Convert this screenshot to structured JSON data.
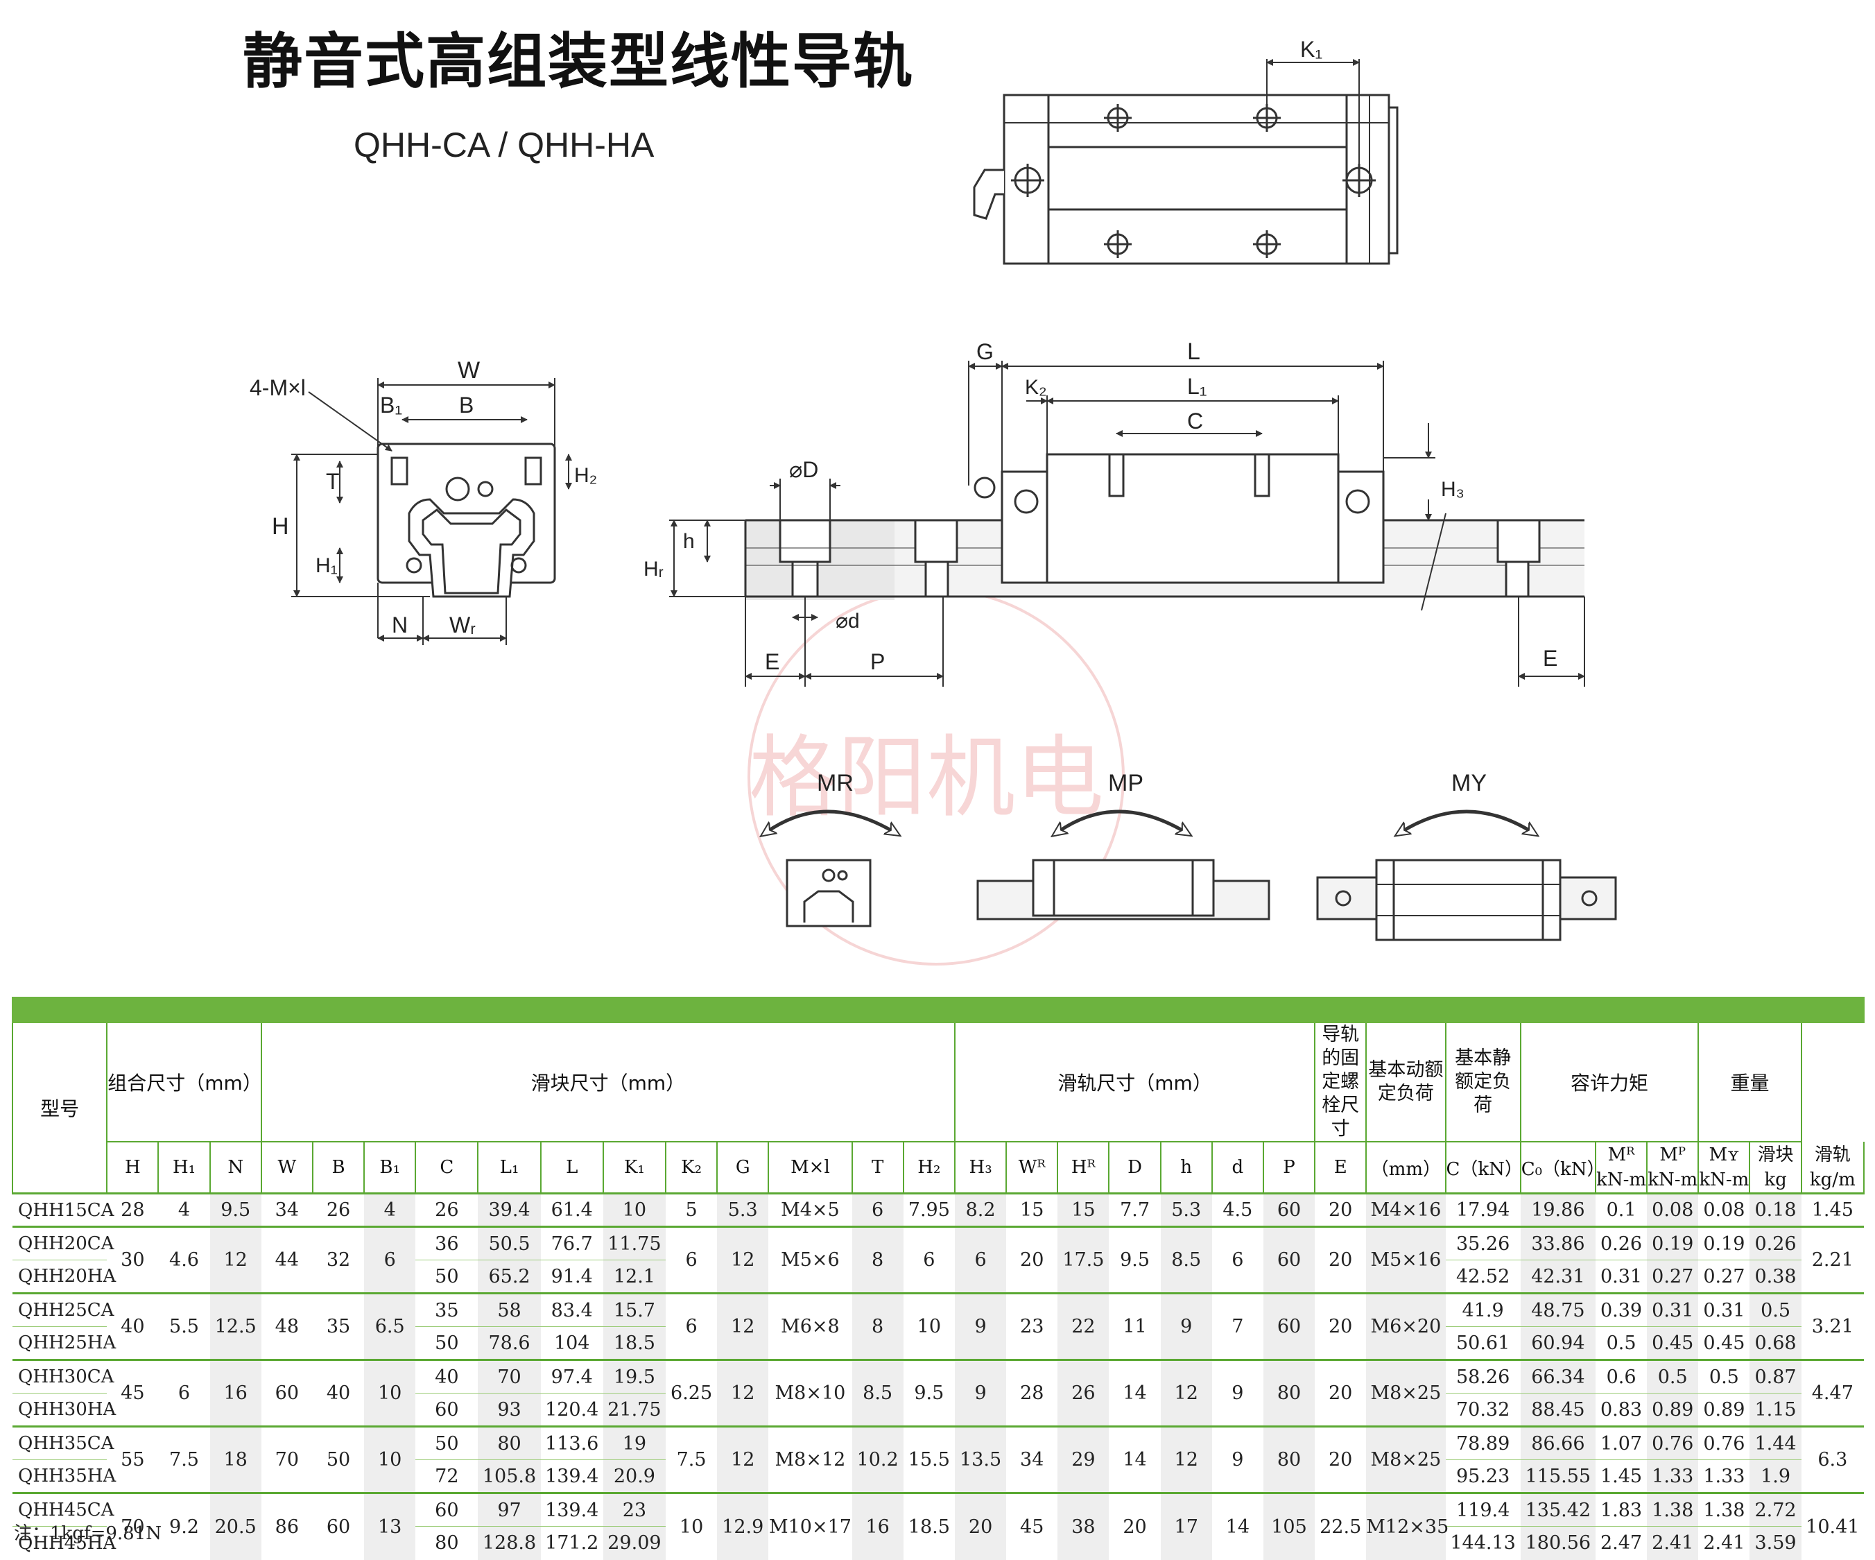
{
  "header": {
    "title": "静音式高组装型线性导轨",
    "subtitle": "QHH-CA / QHH-HA"
  },
  "drawing": {
    "labels": {
      "k1": "K₁",
      "w": "W",
      "b1": "B₁",
      "b": "B",
      "m": "4-M×l",
      "t": "T",
      "h2": "H₂",
      "h": "H",
      "h1": "H₁",
      "n": "N",
      "wr": "Wᵣ",
      "g": "G",
      "l": "L",
      "k2": "K₂",
      "l1": "L₁",
      "c": "C",
      "h3": "H₃",
      "dD": "⌀D",
      "hh": "h",
      "hr": "Hᵣ",
      "dd": "⌀d",
      "e": "E",
      "p": "P",
      "e2": "E",
      "mr": "MR",
      "mp": "MP",
      "my": "MY"
    },
    "watermark": "格阳机电"
  },
  "table": {
    "group_headers": {
      "model": "型号",
      "assembly": "组合尺寸（mm）",
      "block": "滑块尺寸（mm）",
      "rail": "滑轨尺寸（mm）",
      "bolt": "导轨的固定螺栓尺寸",
      "dynamic": "基本动额定负荷",
      "static": "基本静额定负荷",
      "moment": "容许力矩",
      "weight": "重量"
    },
    "sub_headers": {
      "H": "H",
      "H1": "H₁",
      "N": "N",
      "W": "W",
      "B": "B",
      "B1": "B₁",
      "C": "C",
      "L1": "L₁",
      "L": "L",
      "K1": "K₁",
      "K2": "K₂",
      "G": "G",
      "M": "M×l",
      "T": "T",
      "H2": "H₂",
      "H3": "H₃",
      "WR": "Wᴿ",
      "HR": "Hᴿ",
      "D": "D",
      "h": "h",
      "d": "d",
      "P": "P",
      "E": "E",
      "bolt_unit": "（mm）",
      "C_unit": "C（kN）",
      "C0_unit": "C₀（kN）",
      "MR": "Mᴿ",
      "MP": "Mᴾ",
      "MY": "Mʏ",
      "knm": "kN-m",
      "block_w": "滑块",
      "rail_w": "滑轨",
      "kg": "kg",
      "kgm": "kg/m"
    },
    "rows": [
      [
        "QHH15CA",
        "28",
        "4",
        "9.5",
        "34",
        "26",
        "4",
        "26",
        "39.4",
        "61.4",
        "10",
        "5",
        "5.3",
        "M4×5",
        "6",
        "7.95",
        "8.2",
        "15",
        "15",
        "7.7",
        "5.3",
        "4.5",
        "60",
        "20",
        "M4×16",
        "17.94",
        "19.86",
        "0.1",
        "0.08",
        "0.08",
        "0.18",
        "1.45"
      ],
      [
        "QHH20CA",
        "30",
        "4.6",
        "12",
        "44",
        "32",
        "6",
        "36",
        "50.5",
        "76.7",
        "11.75",
        "6",
        "12",
        "M5×6",
        "8",
        "6",
        "6",
        "20",
        "17.5",
        "9.5",
        "8.5",
        "6",
        "60",
        "20",
        "M5×16",
        "35.26",
        "33.86",
        "0.26",
        "0.19",
        "0.19",
        "0.26",
        "2.21"
      ],
      [
        "QHH20HA",
        "",
        "",
        "",
        "",
        "",
        "",
        "50",
        "65.2",
        "91.4",
        "12.1",
        "",
        "",
        "",
        "",
        "",
        "",
        "",
        "",
        "",
        "",
        "",
        "",
        "",
        "",
        "42.52",
        "42.31",
        "0.31",
        "0.27",
        "0.27",
        "0.38",
        ""
      ],
      [
        "QHH25CA",
        "40",
        "5.5",
        "12.5",
        "48",
        "35",
        "6.5",
        "35",
        "58",
        "83.4",
        "15.7",
        "6",
        "12",
        "M6×8",
        "8",
        "10",
        "9",
        "23",
        "22",
        "11",
        "9",
        "7",
        "60",
        "20",
        "M6×20",
        "41.9",
        "48.75",
        "0.39",
        "0.31",
        "0.31",
        "0.5",
        "3.21"
      ],
      [
        "QHH25HA",
        "",
        "",
        "",
        "",
        "",
        "",
        "50",
        "78.6",
        "104",
        "18.5",
        "",
        "",
        "",
        "",
        "",
        "",
        "",
        "",
        "",
        "",
        "",
        "",
        "",
        "",
        "50.61",
        "60.94",
        "0.5",
        "0.45",
        "0.45",
        "0.68",
        ""
      ],
      [
        "QHH30CA",
        "45",
        "6",
        "16",
        "60",
        "40",
        "10",
        "40",
        "70",
        "97.4",
        "19.5",
        "6.25",
        "12",
        "M8×10",
        "8.5",
        "9.5",
        "9",
        "28",
        "26",
        "14",
        "12",
        "9",
        "80",
        "20",
        "M8×25",
        "58.26",
        "66.34",
        "0.6",
        "0.5",
        "0.5",
        "0.87",
        "4.47"
      ],
      [
        "QHH30HA",
        "",
        "",
        "",
        "",
        "",
        "",
        "60",
        "93",
        "120.4",
        "21.75",
        "",
        "",
        "",
        "",
        "",
        "",
        "",
        "",
        "",
        "",
        "",
        "",
        "",
        "",
        "70.32",
        "88.45",
        "0.83",
        "0.89",
        "0.89",
        "1.15",
        ""
      ],
      [
        "QHH35CA",
        "55",
        "7.5",
        "18",
        "70",
        "50",
        "10",
        "50",
        "80",
        "113.6",
        "19",
        "7.5",
        "12",
        "M8×12",
        "10.2",
        "15.5",
        "13.5",
        "34",
        "29",
        "14",
        "12",
        "9",
        "80",
        "20",
        "M8×25",
        "78.89",
        "86.66",
        "1.07",
        "0.76",
        "0.76",
        "1.44",
        "6.3"
      ],
      [
        "QHH35HA",
        "",
        "",
        "",
        "",
        "",
        "",
        "72",
        "105.8",
        "139.4",
        "20.9",
        "",
        "",
        "",
        "",
        "",
        "",
        "",
        "",
        "",
        "",
        "",
        "",
        "",
        "",
        "95.23",
        "115.55",
        "1.45",
        "1.33",
        "1.33",
        "1.9",
        ""
      ],
      [
        "QHH45CA",
        "70",
        "9.2",
        "20.5",
        "86",
        "60",
        "13",
        "60",
        "97",
        "139.4",
        "23",
        "10",
        "12.9",
        "M10×17",
        "16",
        "18.5",
        "20",
        "45",
        "38",
        "20",
        "17",
        "14",
        "105",
        "22.5",
        "M12×35",
        "119.4",
        "135.42",
        "1.83",
        "1.38",
        "1.38",
        "2.72",
        "10.41"
      ],
      [
        "QHH45HA",
        "",
        "",
        "",
        "",
        "",
        "",
        "80",
        "128.8",
        "171.2",
        "29.09",
        "",
        "",
        "",
        "",
        "",
        "",
        "",
        "",
        "",
        "",
        "",
        "",
        "",
        "",
        "144.13",
        "180.56",
        "2.47",
        "2.41",
        "2.41",
        "3.59",
        ""
      ]
    ],
    "note": "注：1kgf=9.81N"
  },
  "colors": {
    "accent": "#6db33f",
    "line": "#5aa832",
    "shade": "#eeeeee"
  }
}
